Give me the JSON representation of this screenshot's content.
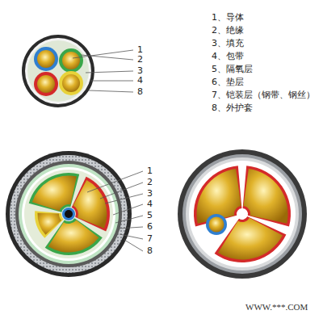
{
  "diagram": {
    "labels": [
      "1",
      "2",
      "3",
      "4",
      "8",
      "1、导体",
      "2、绝缘",
      "3、填充",
      "4、包带",
      "5、隔氧层",
      "6、垫层",
      "7、铠装层（钢带、钢丝）",
      "8、外护套",
      "1",
      "2",
      "3",
      "4",
      "5",
      "6",
      "7",
      "8",
      "WWW.***.COM"
    ]
  }
}
